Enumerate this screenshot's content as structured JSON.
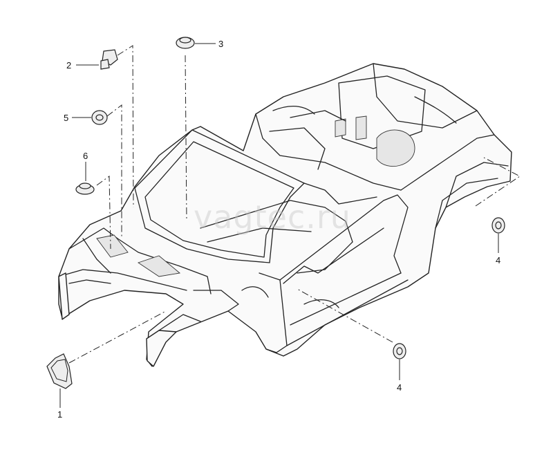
{
  "watermark": "vagtec.ru",
  "callouts": {
    "c1": "1",
    "c2": "2",
    "c3": "3",
    "c4a": "4",
    "c4b": "4",
    "c5": "5",
    "c6": "6"
  }
}
